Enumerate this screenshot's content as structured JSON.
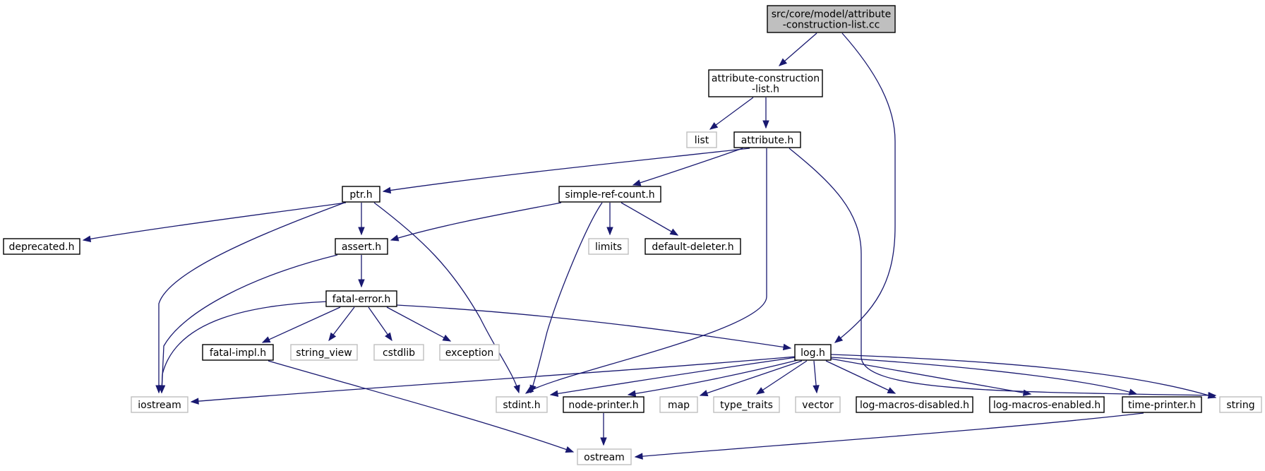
{
  "graph": {
    "colors": {
      "edge": "#191970",
      "root_fill": "#bfbfbf",
      "node_border": "#000000",
      "external_border": "#bfbfbf",
      "node_fill": "#ffffff"
    },
    "nodes": [
      {
        "id": "root",
        "kind": "root",
        "lines": [
          "src/core/model/attribute",
          "-construction-list.cc"
        ]
      },
      {
        "id": "acl_h",
        "kind": "internal",
        "lines": [
          "attribute-construction",
          "-list.h"
        ]
      },
      {
        "id": "list",
        "kind": "external",
        "lines": [
          "list"
        ]
      },
      {
        "id": "attribute_h",
        "kind": "internal",
        "lines": [
          "attribute.h"
        ]
      },
      {
        "id": "ptr_h",
        "kind": "internal",
        "lines": [
          "ptr.h"
        ]
      },
      {
        "id": "srcount_h",
        "kind": "internal",
        "lines": [
          "simple-ref-count.h"
        ]
      },
      {
        "id": "deprecated_h",
        "kind": "internal",
        "lines": [
          "deprecated.h"
        ]
      },
      {
        "id": "assert_h",
        "kind": "internal",
        "lines": [
          "assert.h"
        ]
      },
      {
        "id": "limits",
        "kind": "external",
        "lines": [
          "limits"
        ]
      },
      {
        "id": "default_deleter_h",
        "kind": "internal",
        "lines": [
          "default-deleter.h"
        ]
      },
      {
        "id": "fatal_error_h",
        "kind": "internal",
        "lines": [
          "fatal-error.h"
        ]
      },
      {
        "id": "fatal_impl_h",
        "kind": "internal",
        "lines": [
          "fatal-impl.h"
        ]
      },
      {
        "id": "string_view",
        "kind": "external",
        "lines": [
          "string_view"
        ]
      },
      {
        "id": "cstdlib",
        "kind": "external",
        "lines": [
          "cstdlib"
        ]
      },
      {
        "id": "exception",
        "kind": "external",
        "lines": [
          "exception"
        ]
      },
      {
        "id": "log_h",
        "kind": "internal",
        "lines": [
          "log.h"
        ]
      },
      {
        "id": "iostream",
        "kind": "external",
        "lines": [
          "iostream"
        ]
      },
      {
        "id": "stdint_h",
        "kind": "external",
        "lines": [
          "stdint.h"
        ]
      },
      {
        "id": "node_printer_h",
        "kind": "internal",
        "lines": [
          "node-printer.h"
        ]
      },
      {
        "id": "map",
        "kind": "external",
        "lines": [
          "map"
        ]
      },
      {
        "id": "type_traits",
        "kind": "external",
        "lines": [
          "type_traits"
        ]
      },
      {
        "id": "vector",
        "kind": "external",
        "lines": [
          "vector"
        ]
      },
      {
        "id": "log_macros_disabled_h",
        "kind": "internal",
        "lines": [
          "log-macros-disabled.h"
        ]
      },
      {
        "id": "log_macros_enabled_h",
        "kind": "internal",
        "lines": [
          "log-macros-enabled.h"
        ]
      },
      {
        "id": "time_printer_h",
        "kind": "internal",
        "lines": [
          "time-printer.h"
        ]
      },
      {
        "id": "string",
        "kind": "external",
        "lines": [
          "string"
        ]
      },
      {
        "id": "ostream",
        "kind": "external",
        "lines": [
          "ostream"
        ]
      }
    ],
    "edges": [
      {
        "from": "root",
        "to": "acl_h"
      },
      {
        "from": "root",
        "to": "log_h"
      },
      {
        "from": "acl_h",
        "to": "list"
      },
      {
        "from": "acl_h",
        "to": "attribute_h"
      },
      {
        "from": "attribute_h",
        "to": "ptr_h"
      },
      {
        "from": "attribute_h",
        "to": "srcount_h"
      },
      {
        "from": "attribute_h",
        "to": "stdint_h"
      },
      {
        "from": "attribute_h",
        "to": "string"
      },
      {
        "from": "ptr_h",
        "to": "deprecated_h"
      },
      {
        "from": "ptr_h",
        "to": "assert_h"
      },
      {
        "from": "ptr_h",
        "to": "iostream"
      },
      {
        "from": "ptr_h",
        "to": "stdint_h"
      },
      {
        "from": "srcount_h",
        "to": "assert_h"
      },
      {
        "from": "srcount_h",
        "to": "limits"
      },
      {
        "from": "srcount_h",
        "to": "default_deleter_h"
      },
      {
        "from": "srcount_h",
        "to": "stdint_h"
      },
      {
        "from": "assert_h",
        "to": "fatal_error_h"
      },
      {
        "from": "assert_h",
        "to": "iostream"
      },
      {
        "from": "fatal_error_h",
        "to": "iostream"
      },
      {
        "from": "fatal_error_h",
        "to": "fatal_impl_h"
      },
      {
        "from": "fatal_error_h",
        "to": "string_view"
      },
      {
        "from": "fatal_error_h",
        "to": "cstdlib"
      },
      {
        "from": "fatal_error_h",
        "to": "exception"
      },
      {
        "from": "fatal_error_h",
        "to": "log_h"
      },
      {
        "from": "fatal_impl_h",
        "to": "ostream"
      },
      {
        "from": "log_h",
        "to": "iostream"
      },
      {
        "from": "log_h",
        "to": "stdint_h"
      },
      {
        "from": "log_h",
        "to": "node_printer_h"
      },
      {
        "from": "log_h",
        "to": "map"
      },
      {
        "from": "log_h",
        "to": "type_traits"
      },
      {
        "from": "log_h",
        "to": "vector"
      },
      {
        "from": "log_h",
        "to": "log_macros_disabled_h"
      },
      {
        "from": "log_h",
        "to": "log_macros_enabled_h"
      },
      {
        "from": "log_h",
        "to": "time_printer_h"
      },
      {
        "from": "log_h",
        "to": "string"
      },
      {
        "from": "node_printer_h",
        "to": "ostream"
      },
      {
        "from": "time_printer_h",
        "to": "ostream"
      }
    ]
  }
}
